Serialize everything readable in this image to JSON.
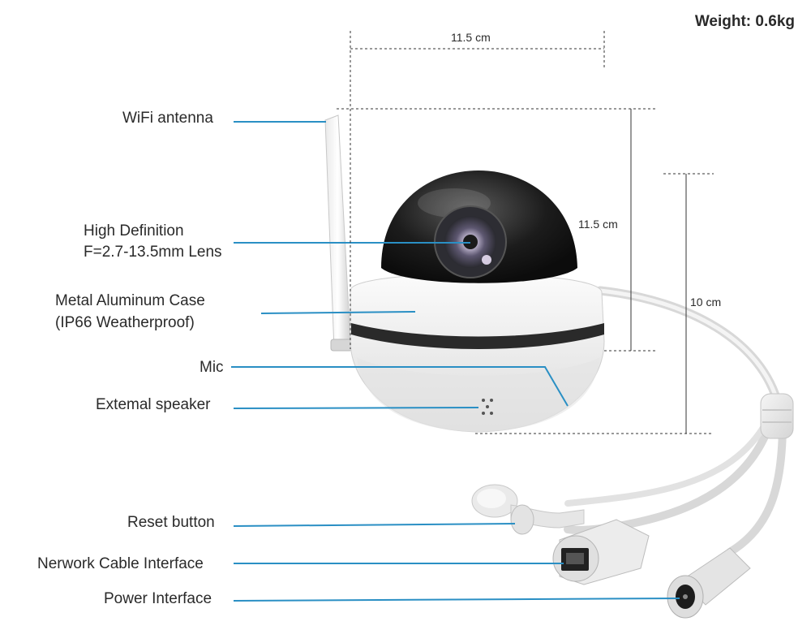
{
  "weight": "Weight: 0.6kg",
  "dimensions": {
    "width": "11.5 cm",
    "dome_height": "11.5 cm",
    "body_height": "10 cm"
  },
  "labels": {
    "wifi_antenna": "WiFi antenna",
    "lens_line1": "High Definition",
    "lens_line2": "F=2.7-13.5mm Lens",
    "case_line1": "Metal Aluminum Case",
    "case_line2": "(IP66 Weatherproof)",
    "mic": "Mic",
    "speaker": "Extemal speaker",
    "reset": "Reset button",
    "network": "Nerwork Cable Interface",
    "power": "Power Interface"
  },
  "colors": {
    "leader_line": "#2a8fc4",
    "dimension_line": "#333333",
    "camera_body": "#eeeeee",
    "dome": "#1a1a1a"
  }
}
